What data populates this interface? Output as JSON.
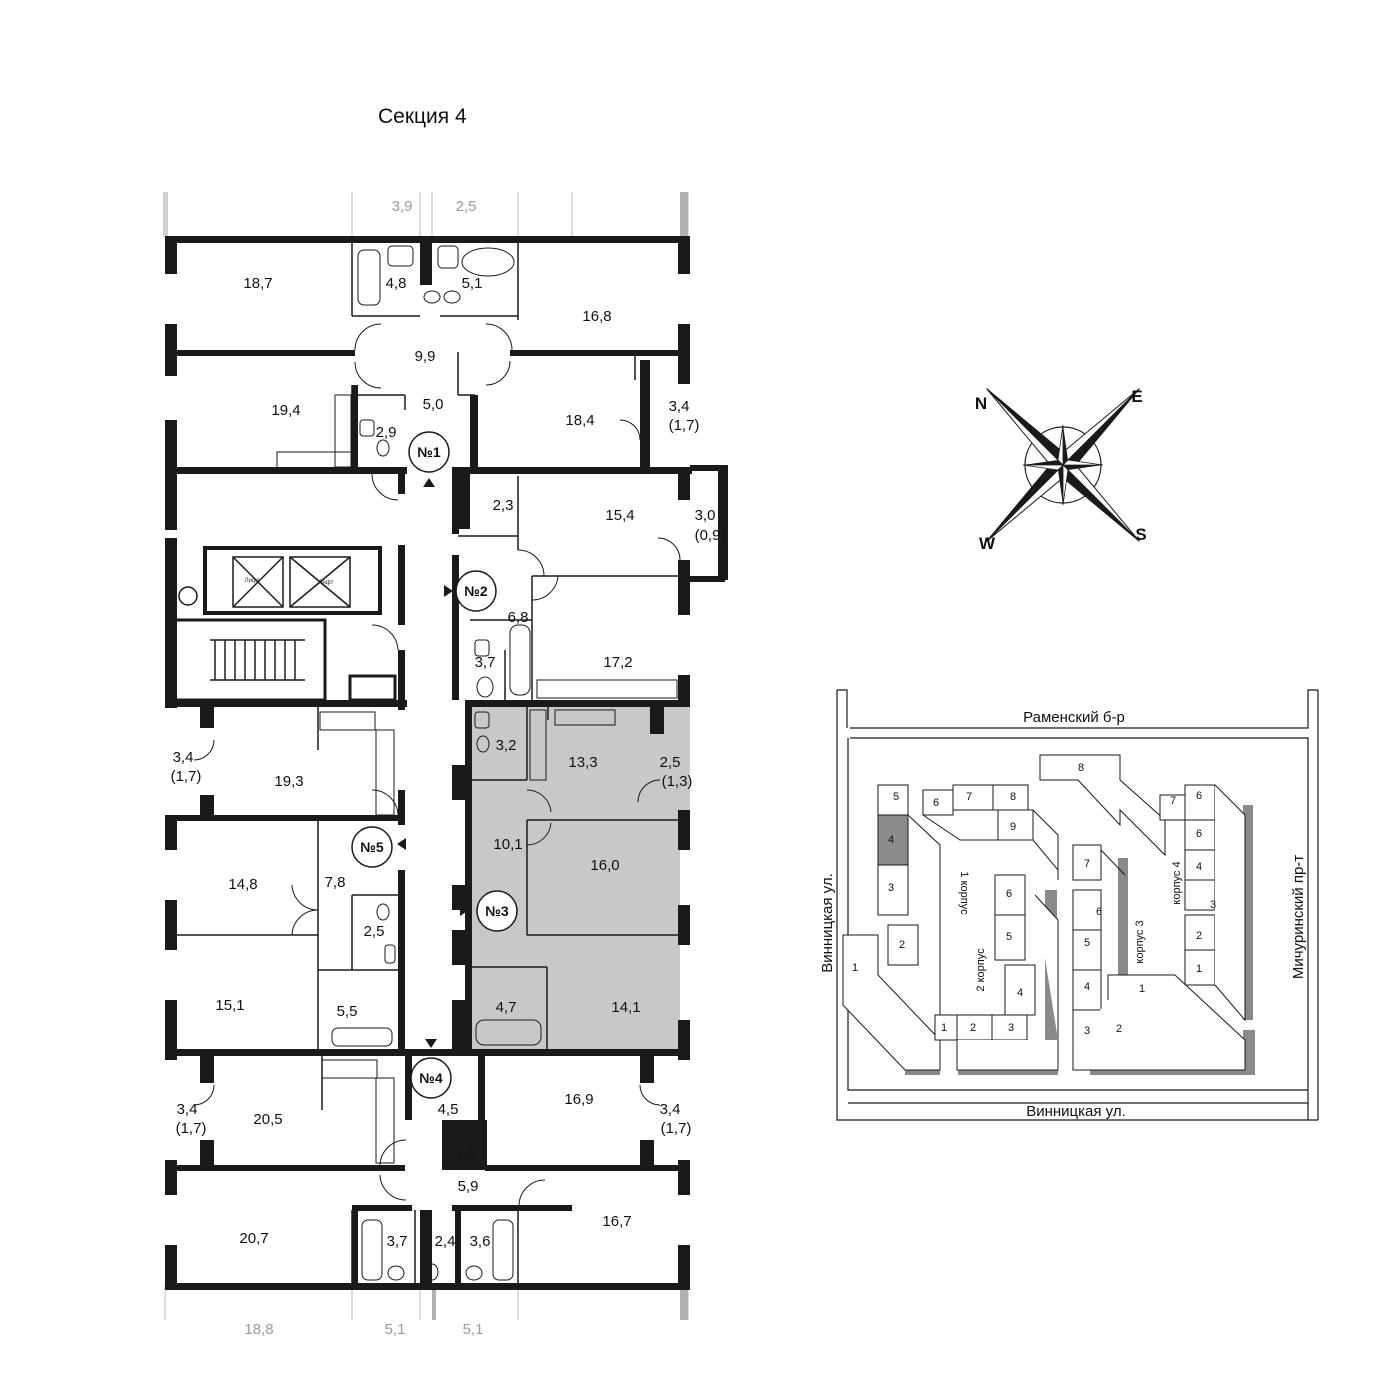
{
  "title": "Секция 4",
  "colors": {
    "wall": "#1a1a1a",
    "highlight": "#c8c8c8",
    "ghost": "#b5b5b5",
    "sitemap_highlight": "#8c8c8c"
  },
  "rooms": {
    "r18_7": "18,7",
    "r4_8": "4,8",
    "r5_1": "5,1",
    "r16_8": "16,8",
    "r9_9": "9,9",
    "r19_4": "19,4",
    "r5_0": "5,0",
    "r2_9": "2,9",
    "r18_4": "18,4",
    "r3_4a": "3,4",
    "r1_7a": "(1,7)",
    "r2_3": "2,3",
    "r15_4": "15,4",
    "r3_0": "3,0",
    "r0_9": "(0,9)",
    "r6_8": "6,8",
    "r3_7a": "3,7",
    "r17_2": "17,2",
    "r3_2": "3,2",
    "r13_3": "13,3",
    "r2_5a": "2,5",
    "r1_3": "(1,3)",
    "r10_1": "10,1",
    "r16_0": "16,0",
    "r4_7": "4,7",
    "r14_1": "14,1",
    "r3_4b": "3,4",
    "r1_7b": "(1,7)",
    "r19_3": "19,3",
    "r14_8": "14,8",
    "r7_8": "7,8",
    "r2_5b": "2,5",
    "r15_1": "15,1",
    "r5_5": "5,5",
    "r3_4c": "3,4",
    "r1_7c": "(1,7)",
    "r20_5": "20,5",
    "r4_5": "4,5",
    "r1_9": "1,9",
    "r16_9": "16,9",
    "r3_4d": "3,4",
    "r1_7d": "(1,7)",
    "r5_9": "5,9",
    "r20_7": "20,7",
    "r3_7b": "3,7",
    "r2_4": "2,4",
    "r3_6": "3,6",
    "r16_7": "16,7"
  },
  "ghost_rooms": {
    "g3_9": "3,9",
    "g2_5": "2,5",
    "g18_8": "18,8",
    "g5_1a": "5,1",
    "g5_1b": "5,1"
  },
  "apartment_numbers": {
    "n1": "№1",
    "n2": "№2",
    "n3": "№3",
    "n4": "№4",
    "n5": "№5"
  },
  "elevator_label": "Лифт",
  "compass": {
    "n": "N",
    "e": "E",
    "s": "S",
    "w": "W"
  },
  "site_plan": {
    "street_top": "Раменский б-р",
    "street_bottom": "Винницкая ул.",
    "street_left": "Винницкая ул.",
    "street_right": "Мичуринский пр-т",
    "korpus": {
      "k1": "1 корпус",
      "k2": "2 корпус",
      "k3": "корпус 3",
      "k4": "корпус 4"
    },
    "sections": {
      "a1": "1",
      "a2": "2",
      "a3": "3",
      "a4": "4",
      "a5": "5",
      "a6": "6",
      "a7": "7",
      "a8": "8",
      "a9": "9",
      "b1": "1",
      "b2": "2",
      "b3": "3",
      "b4": "4",
      "b5": "5",
      "b6": "6",
      "c1": "1",
      "c2": "2",
      "c3": "3",
      "c4": "4",
      "c5": "5",
      "c6": "6",
      "c7": "7",
      "c8": "8",
      "d1": "1",
      "d2": "2",
      "d3": "3",
      "d4": "4",
      "d5": "6",
      "d6": "6",
      "d7": "7"
    }
  }
}
